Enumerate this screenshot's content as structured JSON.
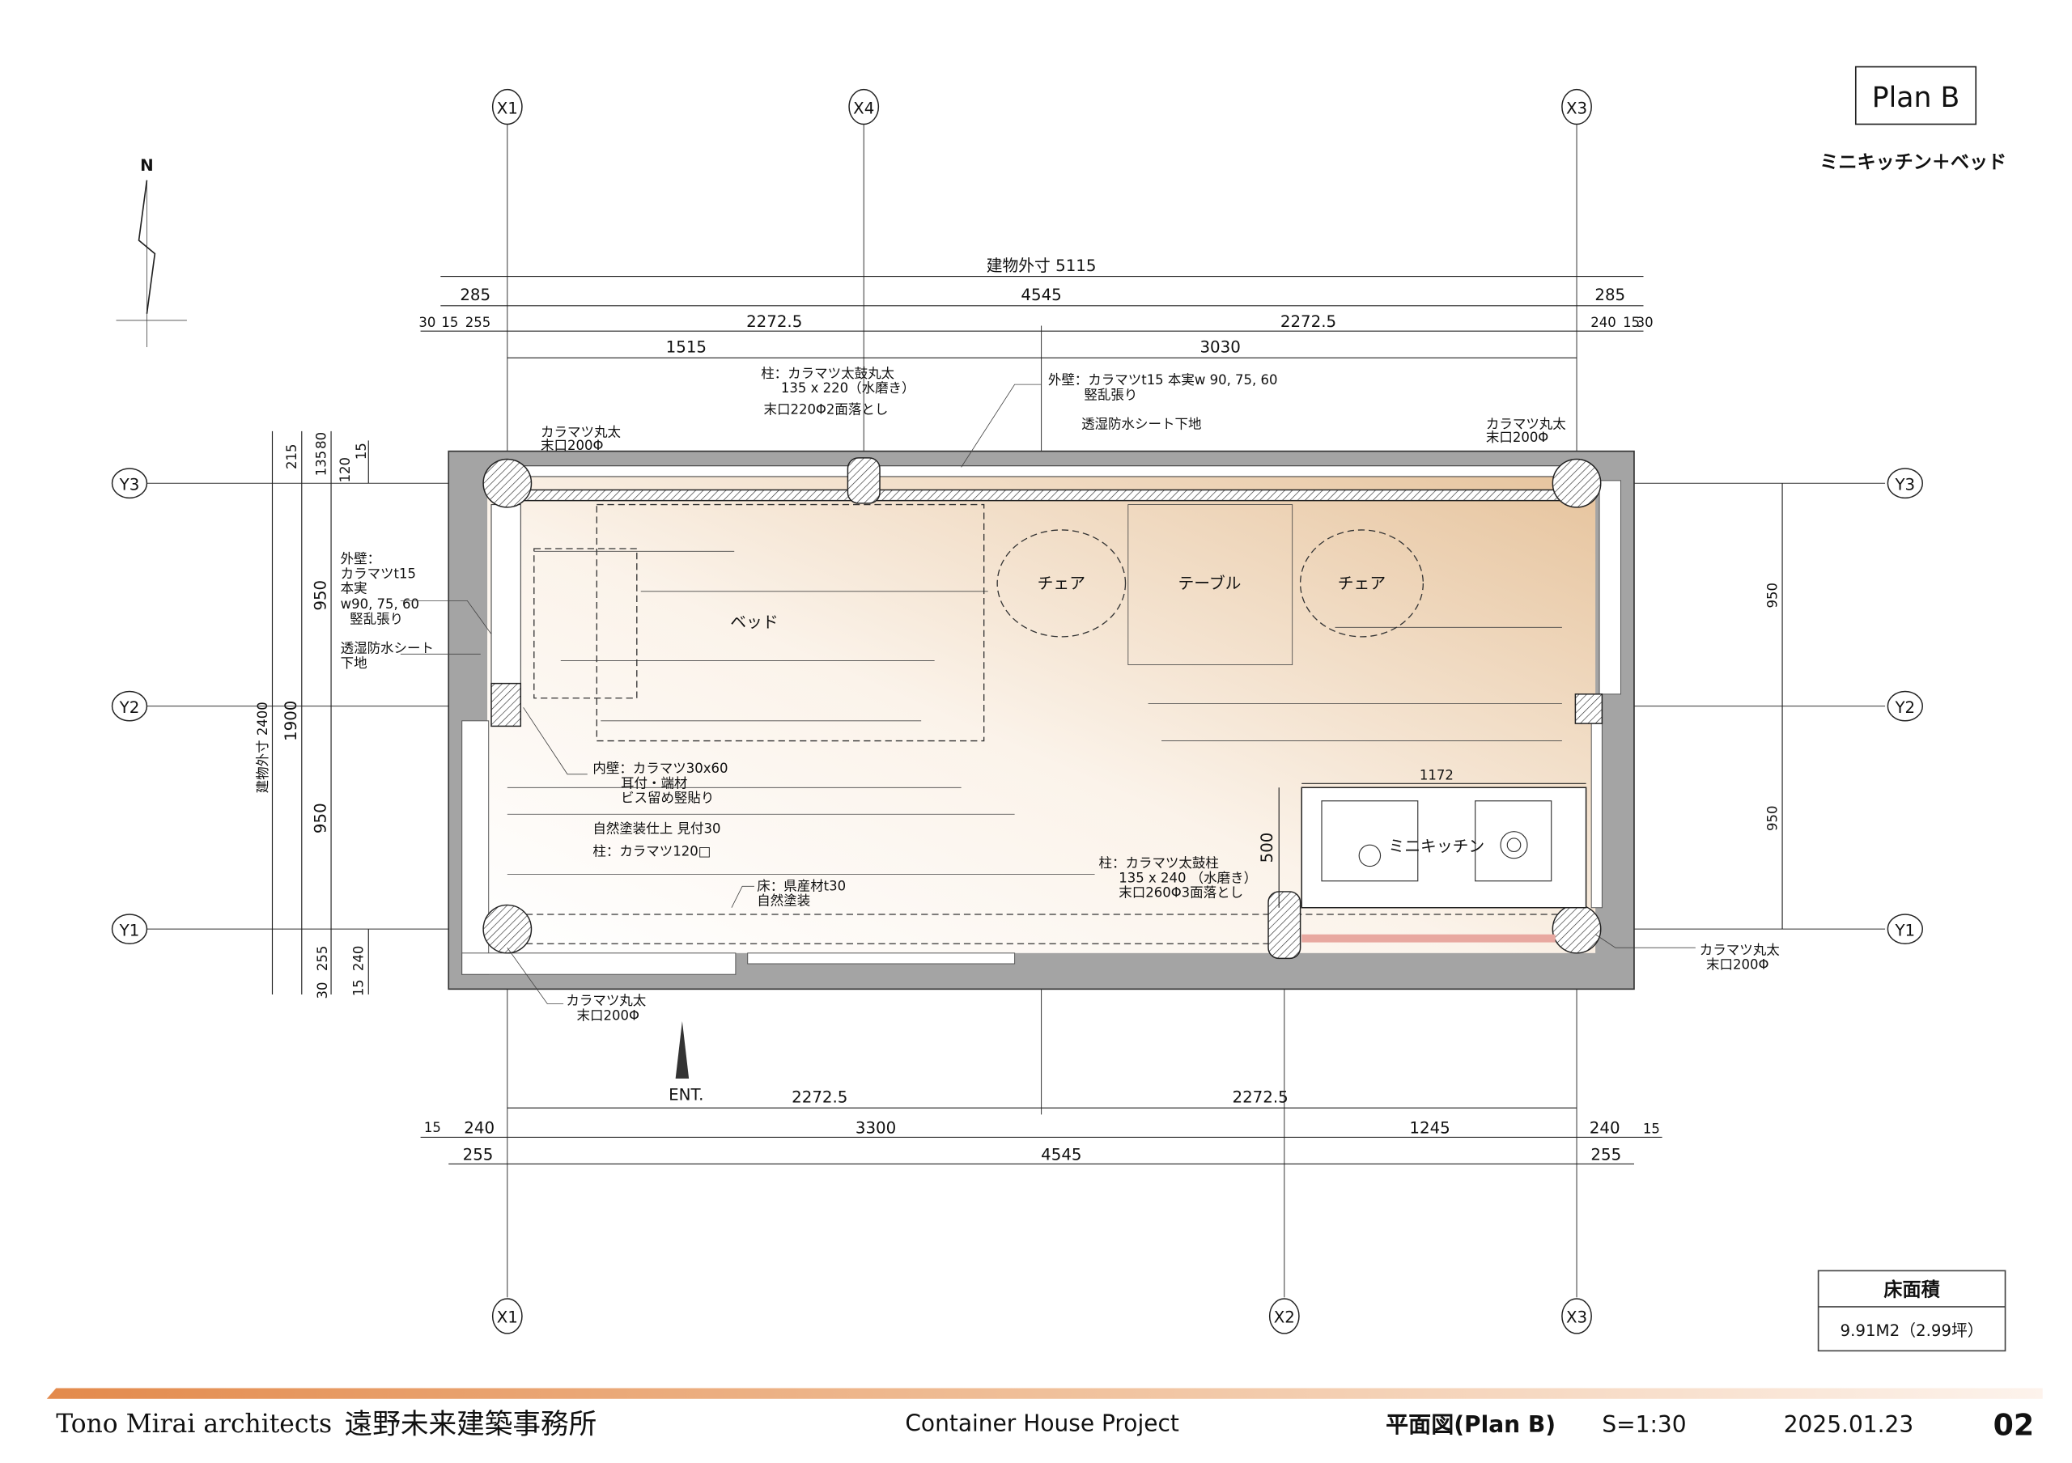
{
  "title_block": {
    "plan_label": "Plan B",
    "plan_subtitle": "ミニキッチン＋ベッド",
    "floor_area_header": "床面積",
    "floor_area_value": "9.91M2（2.99坪）"
  },
  "footer": {
    "firm_en": "Tono Mirai architects",
    "firm_jp": "遠野未来建築事務所",
    "project": "Container House Project",
    "drawing": "平面図(Plan B)",
    "scale": "S=1:30",
    "date": "2025.01.23",
    "sheet": "02",
    "accent_color": "#e8955a"
  },
  "north": "N",
  "entrance": "ENT.",
  "grid_labels": {
    "x_top": [
      "X1",
      "X4",
      "X3"
    ],
    "x_bottom": [
      "X1",
      "X2",
      "X3"
    ],
    "y": [
      "Y3",
      "Y2",
      "Y1"
    ]
  },
  "dims_top": {
    "overall": "建物外寸  5115",
    "row2": [
      "285",
      "4545",
      "285"
    ],
    "row3": [
      "30",
      "15",
      "255",
      "2272.5",
      "2272.5",
      "240",
      "15",
      "30"
    ],
    "row4": [
      "1515",
      "3030"
    ]
  },
  "dims_bottom": {
    "row1": [
      "2272.5",
      "2272.5"
    ],
    "row2": [
      "15",
      "240",
      "3300",
      "1245",
      "240",
      "15"
    ],
    "row3": [
      "255",
      "4545",
      "255"
    ]
  },
  "dims_left": {
    "overall": "建物外寸  2400",
    "col2": [
      "215",
      "1900",
      "255",
      "30"
    ],
    "col3": [
      "135",
      "80",
      "950",
      "950",
      "15"
    ],
    "col4": [
      "15",
      "120",
      "240"
    ]
  },
  "dims_right": [
    "950",
    "950"
  ],
  "dims_kitchen": {
    "width": "1172",
    "depth": "500"
  },
  "rooms": {
    "bed": "ベッド",
    "chair_left": "チェア",
    "table": "テーブル",
    "chair_right": "チェア",
    "kitchen": "ミニキッチン"
  },
  "notes": {
    "column_top": [
      "柱：カラマツ太鼓丸太",
      "135 x 220（水磨き）",
      "末口220Φ2面落とし"
    ],
    "ext_wall_top": [
      "外壁：カラマツt15 本実w 90, 75, 60",
      "竪乱張り"
    ],
    "sheet_top": "透湿防水シート下地",
    "log_tl": [
      "カラマツ丸太",
      "末口200Φ"
    ],
    "log_tr": [
      "カラマツ丸太",
      "末口200Φ"
    ],
    "log_bl": [
      "カラマツ丸太",
      "末口200Φ"
    ],
    "log_br": [
      "カラマツ丸太",
      "末口200Φ"
    ],
    "ext_wall_left": [
      "外壁：",
      "カラマツt15",
      "本実",
      "w90, 75, 60",
      "竪乱張り"
    ],
    "sheet_left": [
      "透湿防水シート",
      "下地"
    ],
    "inner_wall": [
      "内壁：カラマツ30x60",
      "耳付・端材",
      "ビス留め竪貼り"
    ],
    "finish": "自然塗装仕上 見付30",
    "column_120": "柱：カラマツ120□",
    "floor": [
      "床：県産材t30",
      "自然塗装"
    ],
    "column_kitchen": [
      "柱：カラマツ太鼓柱",
      "135 x 240 （水磨き）",
      "末口260Φ3面落とし"
    ]
  }
}
